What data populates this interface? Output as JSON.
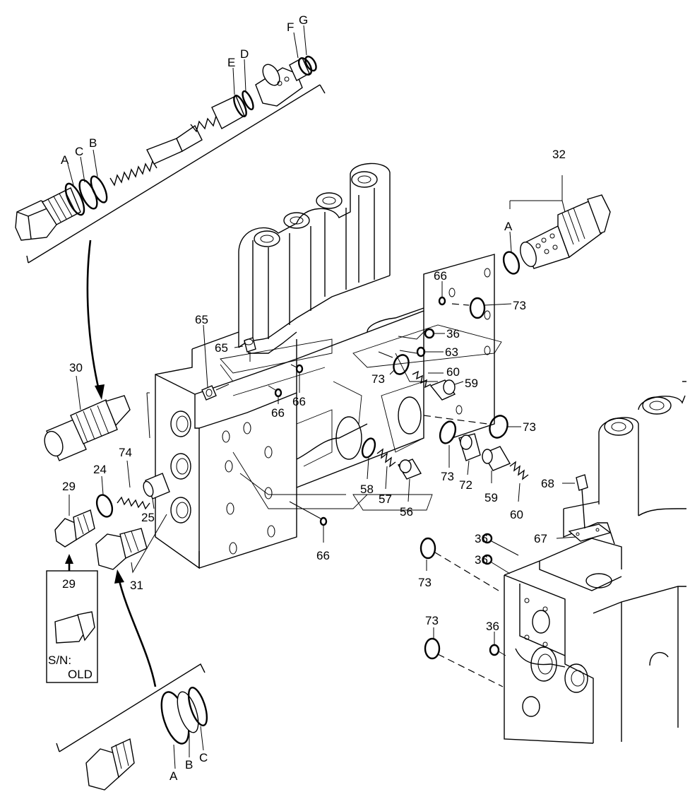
{
  "labels": {
    "A_top": "A",
    "C_top": "C",
    "B_top": "B",
    "E_top": "E",
    "D_top": "D",
    "F_top": "F",
    "G_top": "G",
    "p32": "32",
    "A_right": "A",
    "p66_a": "66",
    "p73_a": "73",
    "p36_a": "36",
    "p63": "63",
    "p65_a": "65",
    "p65_b": "65",
    "p73_b": "73",
    "p60_a": "60",
    "p59_a": "59",
    "p30": "30",
    "p66_b": "66",
    "p66_c": "66",
    "p73_c": "73",
    "p74": "74",
    "p24": "24",
    "p29_a": "29",
    "p25": "25",
    "p58": "58",
    "p57": "57",
    "p56": "56",
    "p73_d": "73",
    "p72": "72",
    "p59_b": "59",
    "p60_b": "60",
    "p68": "68",
    "p31": "31",
    "p66_d": "66",
    "p36_b": "36",
    "p67": "67",
    "p36_c": "36",
    "p73_e": "73",
    "p29_b": "29",
    "sn_line1": "S/N:",
    "sn_line2": "OLD",
    "p73_f": "73",
    "p36_d": "36",
    "A_bottom": "A",
    "B_bottom": "B",
    "C_bottom": "C"
  }
}
